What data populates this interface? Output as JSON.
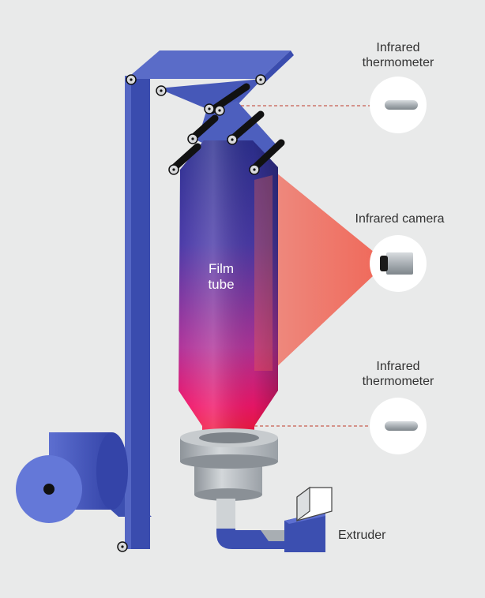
{
  "labels": {
    "thermometer_top_line1": "Infrared",
    "thermometer_top_line2": "thermometer",
    "camera": "Infrared camera",
    "thermometer_bottom_line1": "Infrared",
    "thermometer_bottom_line2": "thermometer",
    "film_tube_line1": "Film",
    "film_tube_line2": "tube",
    "extruder": "Extruder"
  },
  "icons": {
    "thermometer_top": "thermometer-sensor-icon",
    "camera": "camera-icon",
    "thermometer_bottom": "thermometer-sensor-icon"
  },
  "colors": {
    "background": "#e9eaea",
    "film_blue": "#3c4fb0",
    "tube_top": "#2e3a9e",
    "tube_bottom": "#e8186b",
    "camera_beam": "#f06a5a",
    "measure_line": "#c0392b",
    "extruder_gray": "#9aa0a6"
  }
}
